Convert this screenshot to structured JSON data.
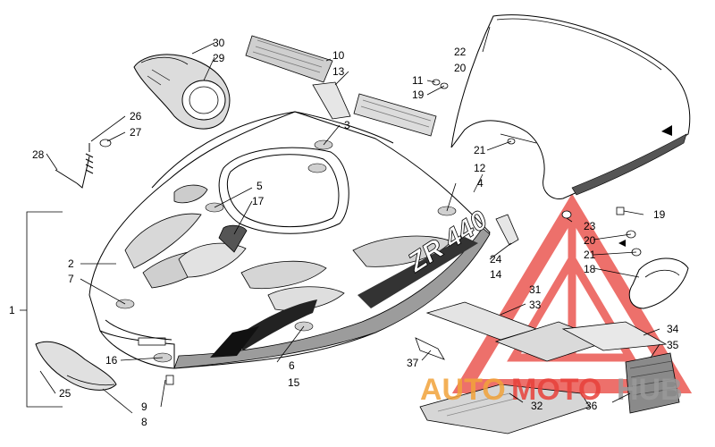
{
  "callouts": {
    "c1": "1",
    "c2": "2",
    "c3": "3",
    "c4": "4",
    "c5": "5",
    "c6": "6",
    "c7": "7",
    "c8": "8",
    "c9": "9",
    "c10": "10",
    "c11": "11",
    "c12": "12",
    "c13": "13",
    "c14": "14",
    "c15": "15",
    "c16": "16",
    "c17": "17",
    "c18": "18",
    "c19a": "19",
    "c19b": "19",
    "c20a": "20",
    "c20b": "20",
    "c21a": "21",
    "c21b": "21",
    "c22": "22",
    "c23": "23",
    "c24": "24",
    "c25": "25",
    "c26": "26",
    "c27": "27",
    "c28": "28",
    "c29": "29",
    "c30": "30",
    "c31": "31",
    "c32": "32",
    "c33": "33",
    "c34": "34",
    "c35": "35",
    "c36": "36",
    "c37": "37"
  },
  "decal_text": "ZR 440",
  "watermark": {
    "auto": "AUTO",
    "moto": "MOTO",
    "hub": "HUB"
  },
  "colors": {
    "line": "#000000",
    "watermark_red": "#e8413a",
    "watermark_orange": "#f2a33a",
    "watermark_gray": "#9a9a9a"
  }
}
